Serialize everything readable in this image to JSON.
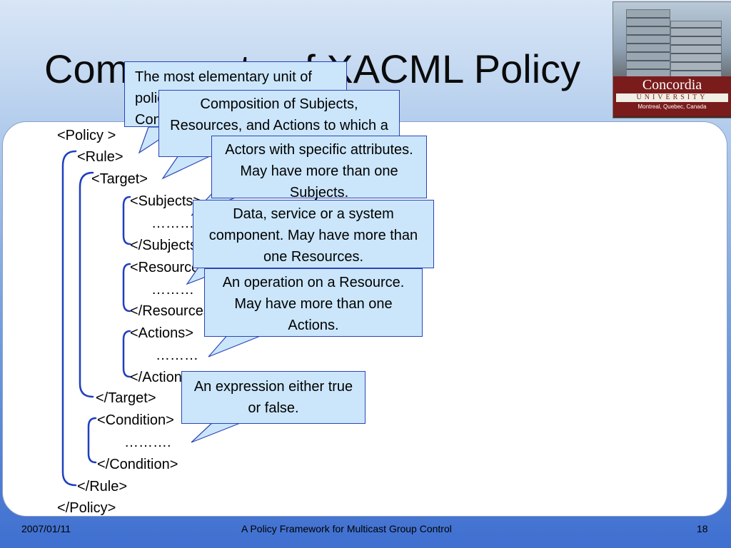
{
  "slide": {
    "title": "Components of XACML Policy",
    "logo": {
      "name": "Concordia",
      "subtitle": "UNIVERSITY",
      "location": "Montreal, Quebec, Canada"
    },
    "code": [
      "<Policy >",
      "<Rule>",
      "<Target>",
      "<Subjects>",
      "………",
      "</Subjects>",
      "<Resources>",
      "………",
      "</Resources>",
      "<Actions>",
      "………",
      "</Actions>",
      "</Target>",
      "<Condition>",
      "……….",
      "</Condition>",
      "</Rule>",
      "</Policy>"
    ],
    "callouts": [
      "The most elementary unit of policy. Has Effect, Target and Condition.",
      "Composition of Subjects, Resources, and Actions to which a rule applies.",
      "Actors with specific attributes. May have more than one Subjects.",
      "Data, service or a system component. May have more than one Resources.",
      "An operation on a Resource. May have more than one Actions.",
      "An expression either true or false."
    ],
    "colors": {
      "callout_fill": "#cbe6fb",
      "callout_border": "#2b45b5",
      "bracket": "#1f3fbf"
    }
  },
  "footer": {
    "date": "2007/01/11",
    "title": "A Policy Framework for Multicast Group Control",
    "page": "18"
  }
}
